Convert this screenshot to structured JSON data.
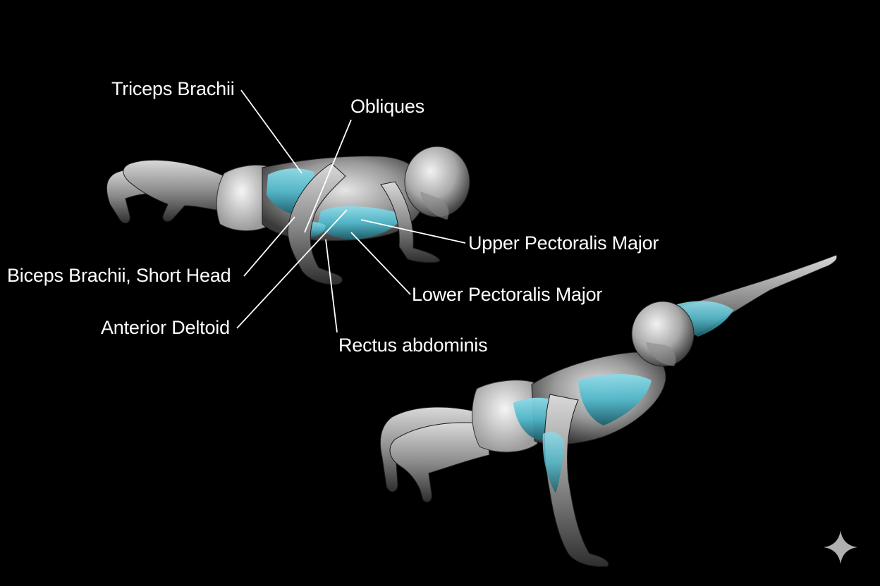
{
  "labels": {
    "triceps": "Triceps Brachii",
    "obliques": "Obliques",
    "upper_pectoralis": "Upper Pectoralis Major",
    "biceps": "Biceps Brachii, Short Head",
    "lower_pectoralis": "Lower Pectoralis Major",
    "anterior_deltoid": "Anterior Deltoid",
    "rectus": "Rectus abdominis"
  },
  "colors": {
    "background": "#000000",
    "muscle_highlight": "#4fb6c8",
    "body_skin": "#b9b9b9",
    "leader_lines": "#ffffff"
  },
  "icons": {
    "watermark": "sparkle-icon"
  }
}
